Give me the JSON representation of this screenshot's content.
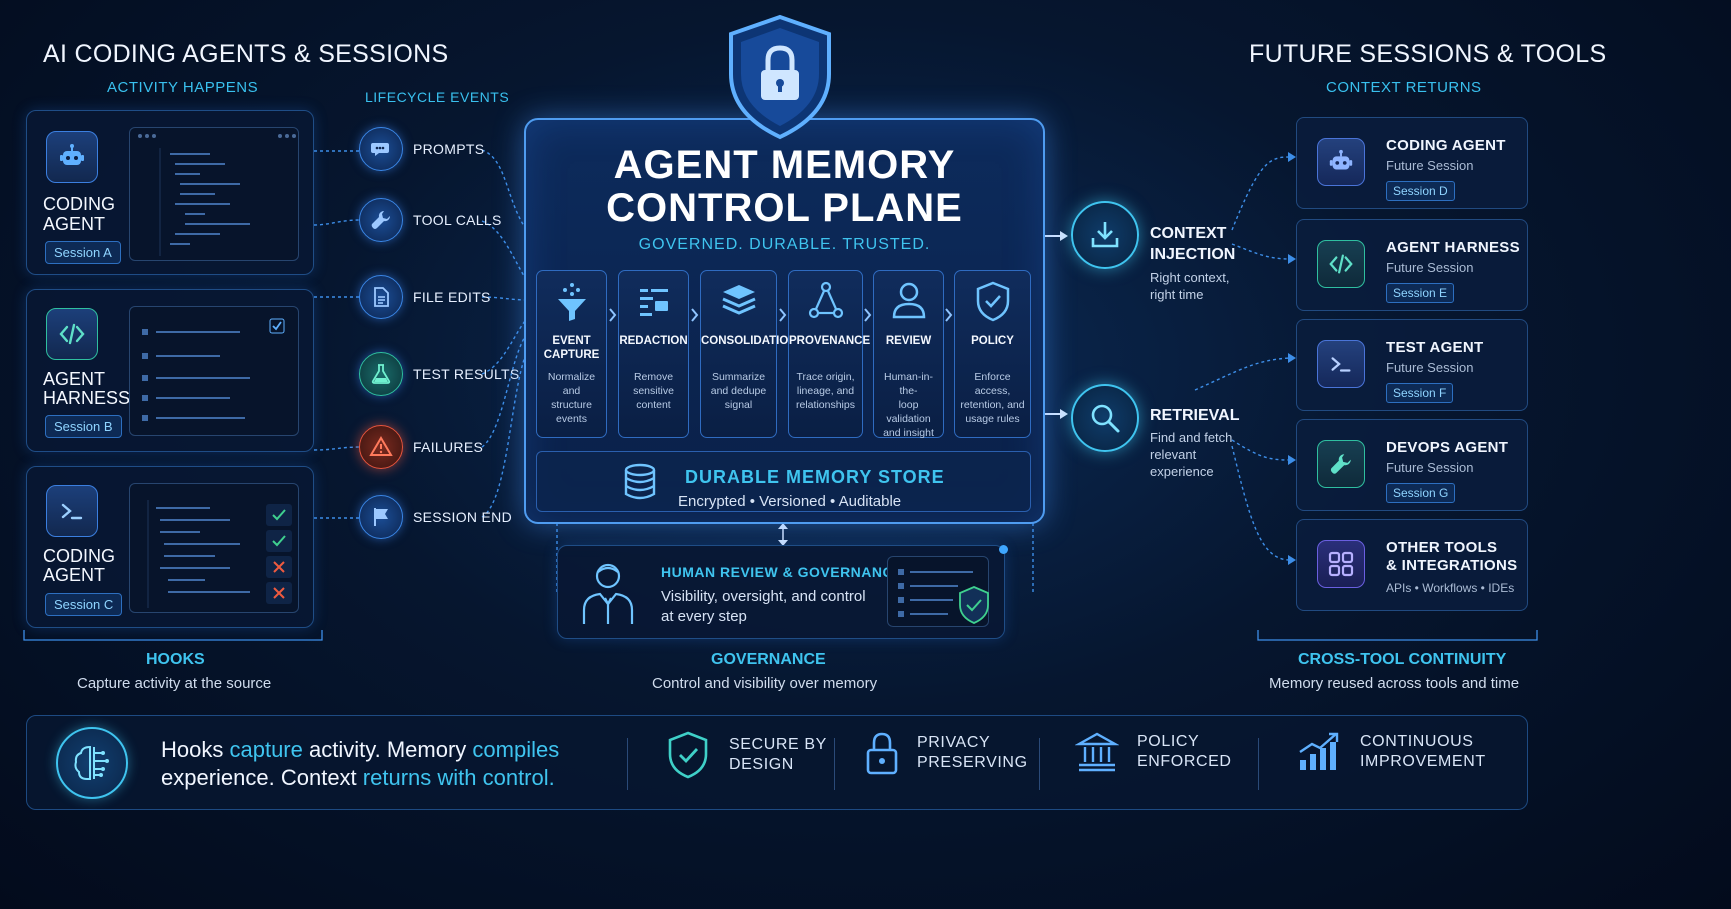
{
  "left_section": {
    "title": "AI CODING AGENTS & SESSIONS",
    "subtitle": "ACTIVITY HAPPENS",
    "agents": [
      {
        "name_line1": "CODING",
        "name_line2": "AGENT",
        "session": "Session A",
        "icon": "robot-icon"
      },
      {
        "name_line1": "AGENT",
        "name_line2": "HARNESS",
        "session": "Session B",
        "icon": "code-icon"
      },
      {
        "name_line1": "CODING",
        "name_line2": "AGENT",
        "session": "Session C",
        "icon": "terminal-icon"
      }
    ],
    "footer_title": "HOOKS",
    "footer_sub": "Capture activity at the source"
  },
  "lifecycle": {
    "title": "LIFECYCLE EVENTS",
    "events": [
      {
        "label": "PROMPTS",
        "icon": "chat-icon",
        "color": "#3a86e6"
      },
      {
        "label": "TOOL CALLS",
        "icon": "wrench-icon",
        "color": "#3a86e6"
      },
      {
        "label": "FILE EDITS",
        "icon": "file-icon",
        "color": "#3a86e6"
      },
      {
        "label": "TEST RESULTS",
        "icon": "flask-icon",
        "color": "#2fbfa0"
      },
      {
        "label": "FAILURES",
        "icon": "warning-icon",
        "color": "#e8553d"
      },
      {
        "label": "SESSION END",
        "icon": "flag-icon",
        "color": "#3a86e6"
      }
    ]
  },
  "center": {
    "title_line1": "AGENT MEMORY",
    "title_line2": "CONTROL PLANE",
    "tagline": "GOVERNED. DURABLE. TRUSTED.",
    "stages": [
      {
        "title_line1": "EVENT",
        "title_line2": "CAPTURE",
        "desc": [
          "Normalize and",
          "structure",
          "events"
        ],
        "icon": "funnel-icon"
      },
      {
        "title_line1": "REDACTION",
        "title_line2": "",
        "desc": [
          "Remove",
          "sensitive",
          "content"
        ],
        "icon": "redaction-icon"
      },
      {
        "title_line1": "CONSOLIDATION",
        "title_line2": "",
        "desc": [
          "Summarize",
          "and dedupe",
          "signal"
        ],
        "icon": "layers-icon"
      },
      {
        "title_line1": "PROVENANCE",
        "title_line2": "",
        "desc": [
          "Trace origin,",
          "lineage, and",
          "relationships"
        ],
        "icon": "graph-icon"
      },
      {
        "title_line1": "REVIEW",
        "title_line2": "",
        "desc": [
          "Human-in-the-",
          "loop validation",
          "and insight"
        ],
        "icon": "person-icon"
      },
      {
        "title_line1": "POLICY",
        "title_line2": "",
        "desc": [
          "Enforce access,",
          "retention, and",
          "usage rules"
        ],
        "icon": "shield-check-icon"
      }
    ],
    "store_title": "DURABLE MEMORY STORE",
    "store_sub": "Encrypted • Versioned • Auditable",
    "human_title": "HUMAN REVIEW & GOVERNANCE",
    "human_sub_line1": "Visibility, oversight, and control",
    "human_sub_line2": "at every step",
    "footer_title": "GOVERNANCE",
    "footer_sub": "Control and visibility over memory"
  },
  "outputs": {
    "injection": {
      "title_line1": "CONTEXT",
      "title_line2": "INJECTION",
      "sub_line1": "Right context,",
      "sub_line2": "right time"
    },
    "retrieval": {
      "title": "RETRIEVAL",
      "sub_line1": "Find and fetch",
      "sub_line2": "relevant",
      "sub_line3": "experience"
    }
  },
  "right_section": {
    "title": "FUTURE SESSIONS & TOOLS",
    "subtitle": "CONTEXT RETURNS",
    "cards": [
      {
        "title": "CODING AGENT",
        "sub": "Future Session",
        "chip": "Session D",
        "icon": "robot-icon"
      },
      {
        "title": "AGENT HARNESS",
        "sub": "Future Session",
        "chip": "Session E",
        "icon": "code-icon"
      },
      {
        "title": "TEST AGENT",
        "sub": "Future Session",
        "chip": "Session F",
        "icon": "terminal-icon"
      },
      {
        "title": "DEVOPS AGENT",
        "sub": "Future Session",
        "chip": "Session G",
        "icon": "wrench-icon"
      },
      {
        "title_line1": "OTHER TOOLS",
        "title_line2": "& INTEGRATIONS",
        "sub": "APIs • Workflows • IDEs",
        "icon": "grid-icon"
      }
    ],
    "footer_title": "CROSS-TOOL CONTINUITY",
    "footer_sub": "Memory reused across tools and time"
  },
  "bottom": {
    "tag_part1": "Hooks ",
    "tag_part2": "capture",
    "tag_part3": " activity. Memory ",
    "tag_part4": "compiles",
    "tag_part5": "experience. Context ",
    "tag_part6": "returns with control.",
    "features": [
      {
        "line1": "SECURE BY",
        "line2": "DESIGN",
        "icon": "shield-check-icon"
      },
      {
        "line1": "PRIVACY",
        "line2": "PRESERVING",
        "icon": "lock-icon"
      },
      {
        "line1": "POLICY",
        "line2": "ENFORCED",
        "icon": "bank-icon"
      },
      {
        "line1": "CONTINUOUS",
        "line2": "IMPROVEMENT",
        "icon": "growth-chart-icon"
      }
    ]
  },
  "colors": {
    "accent": "#3fc4ef",
    "border": "#2f6bc0",
    "background": "#06162f",
    "warning": "#e8553d",
    "success": "#2fbfa0"
  }
}
